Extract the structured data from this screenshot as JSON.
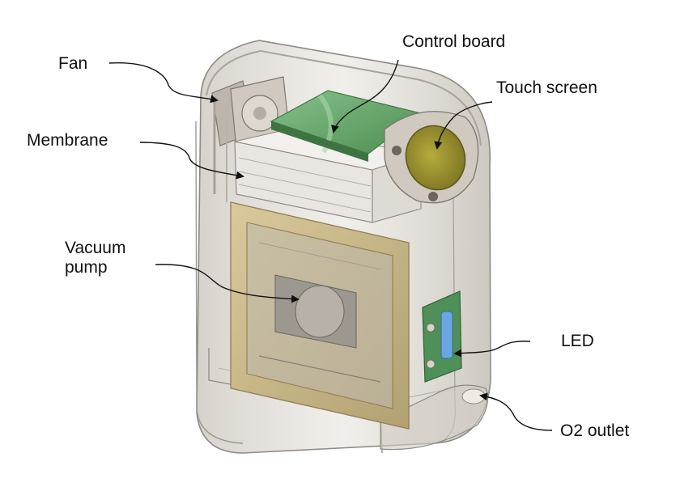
{
  "labels": {
    "fan": "Fan",
    "control_board": "Control board",
    "touch_screen": "Touch screen",
    "membrane": "Membrane",
    "vacuum_pump_line1": "Vacuum",
    "vacuum_pump_line2": "pump",
    "led": "LED",
    "o2_outlet": "O2 outlet"
  },
  "colors": {
    "housing": "#d8d4cc",
    "housing_edge": "#8e8a84",
    "control_board": "#6fae72",
    "touch_screen": "#a39a33",
    "frame": "#c9b98a",
    "led_board": "#4f8f58",
    "led_light": "#6aa7e0"
  }
}
